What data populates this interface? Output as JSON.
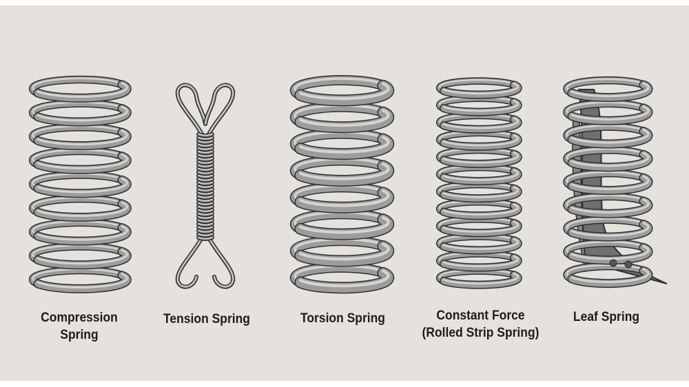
{
  "title_hidden": null,
  "springs": [
    {
      "id": "compression",
      "label_line1": "Compression",
      "label_line2": "Spring"
    },
    {
      "id": "tension",
      "label_line1": "Tension Spring",
      "label_line2": ""
    },
    {
      "id": "torsion",
      "label_line1": "Torsion Spring",
      "label_line2": ""
    },
    {
      "id": "constant-force",
      "label_line1": "Constant Force",
      "label_line2": "(Rolled Strip Spring)"
    },
    {
      "id": "leaf",
      "label_line1": "Leaf Spring",
      "label_line2": ""
    }
  ],
  "colors": {
    "background": "#e5e1dc",
    "metal": "#9c9c9c",
    "metal_highlight": "#d4d4d4",
    "outline": "#2e2e2e",
    "leaf": "#6f6f6f"
  }
}
